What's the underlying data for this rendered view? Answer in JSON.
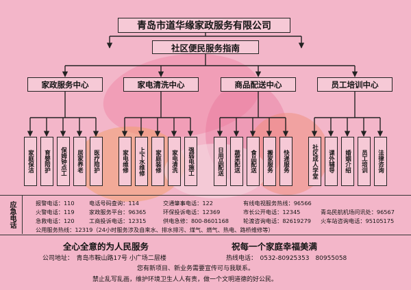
{
  "company_name": "青岛市道华缘家政服务有限公司",
  "guide_title": "社区便民服务指南",
  "centers": [
    {
      "label": "家政服务中心",
      "services": [
        "家庭保洁",
        "育婴陪护",
        "保姆钟点工",
        "居家养老",
        "医疗陪护"
      ]
    },
    {
      "label": "家电清洗中心",
      "services": [
        "家电维修",
        "上下水维修",
        "家庭装修",
        "家电清洗",
        "强弱电施工"
      ]
    },
    {
      "label": "商品配送中心",
      "services": [
        "日用品配送",
        "蔬菜配送",
        "食品配送",
        "搬家服务",
        "快递服务"
      ]
    },
    {
      "label": "员工培训中心",
      "services": [
        "社区成人学堂",
        "课外辅导",
        "婚姻介绍",
        "员工培训",
        "法律咨询"
      ]
    }
  ],
  "emergency": {
    "label": "应急电话",
    "rows": [
      [
        "报警电话：110",
        "电话号码查询：114",
        "交通肇事电话：122",
        "有线电视服务热线：96566",
        ""
      ],
      [
        "火警电话：119",
        "家政服务平台：96365",
        "环保投诉电话：12369",
        "市长公开电话：12345",
        "青岛民航机场问讯处：96567"
      ],
      [
        "急救电话：120",
        "工商投诉电话：12315",
        "供电急修：800-8601168",
        "轮渡咨询电话：82619279",
        "火车站咨询电话：95105175"
      ]
    ],
    "public_line": "公用服务热线：12319（24小时服务涉及自来水、排水排污、煤气、燃气、热电、路桥维修等）"
  },
  "slogans": {
    "left": "全心全意的为人民服务",
    "right": "祝每一个家庭幸福美满"
  },
  "address": "公司地址：　青岛市鞍山路17号 小广场二层楼",
  "hotline": "热线电话：　0532-80925353　80955058",
  "notice1": "您有新项目、新业务需要宣传可与我联系。",
  "notice2": "禁止乱写乱画，维护环境卫生人人有责，做一个文明道德的好公民。",
  "colors": {
    "background": "#f3b6c9",
    "box_fill": "#f6c9d6",
    "line": "#222222"
  }
}
